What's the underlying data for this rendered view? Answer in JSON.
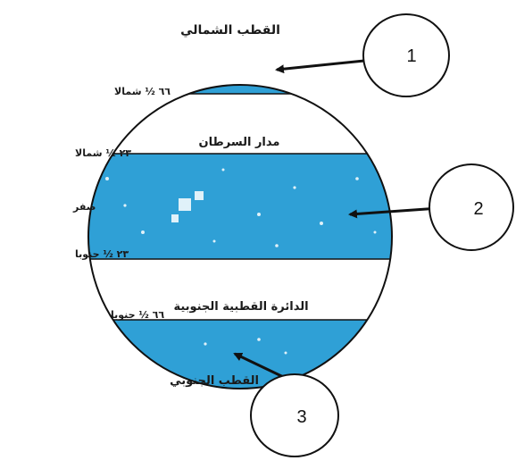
{
  "diagram": {
    "colors": {
      "zone_fill": "#2fa0d6",
      "outline": "#111111",
      "background": "#ffffff"
    },
    "labels": {
      "north_pole": "القطب الشمالي",
      "tropic_cancer": "مدار السرطان",
      "antarctic_circle": "الدائرة القطبية الجنوبية",
      "south_pole": "القطب الجنوبي"
    },
    "latitudes": {
      "north_66": "٦٦ ½ شمالا",
      "north_23": "٢٣ ½ شمالا",
      "equator": "صفر",
      "south_23": "٢٣ ½ جنوبا",
      "south_66": "٦٦ ½ جنوبا"
    },
    "callouts": {
      "one": "1",
      "two": "2",
      "three": "3"
    }
  }
}
